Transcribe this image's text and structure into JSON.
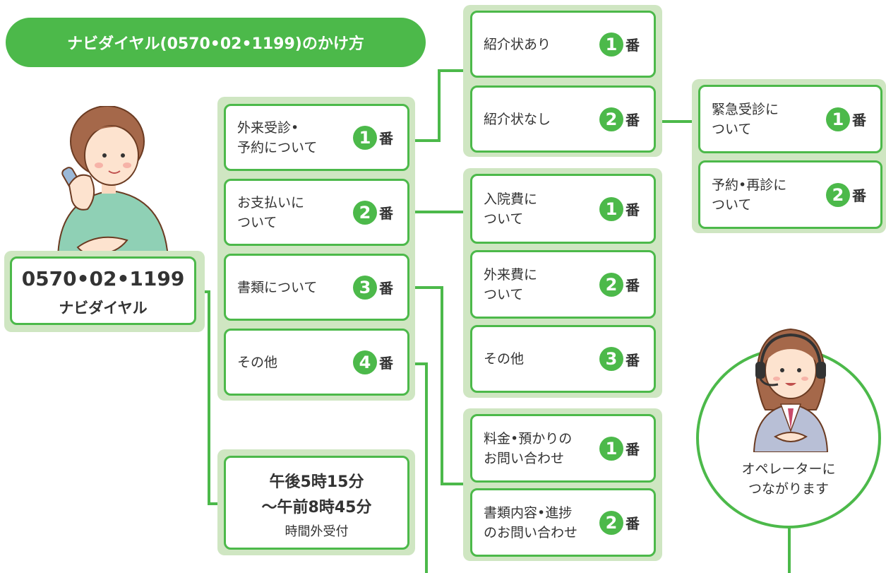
{
  "title": "ナビダイヤル(0570•02•1199)のかけ方",
  "colors": {
    "accent": "#4cb94a",
    "panel": "#cfe6c2"
  },
  "ban": "番",
  "start": {
    "number": "0570•02•1199",
    "name": "ナビダイヤル"
  },
  "main_menu": [
    {
      "label": "外来受診•\n予約について",
      "num": "1"
    },
    {
      "label": "お支払いに\nついて",
      "num": "2"
    },
    {
      "label": "書類について",
      "num": "3"
    },
    {
      "label": "その他",
      "num": "4"
    }
  ],
  "after_hours": {
    "line1": "午後5時15分",
    "line2": "〜午前8時45分",
    "line3": "時間外受付"
  },
  "referral_menu": [
    {
      "label": "紹介状あり",
      "num": "1"
    },
    {
      "label": "紹介状なし",
      "num": "2"
    }
  ],
  "no_referral_menu": [
    {
      "label": "緊急受診に\nついて",
      "num": "1"
    },
    {
      "label": "予約•再診に\nついて",
      "num": "2"
    }
  ],
  "payment_menu": [
    {
      "label": "入院費に\nついて",
      "num": "1"
    },
    {
      "label": "外来費に\nついて",
      "num": "2"
    },
    {
      "label": "その他",
      "num": "3"
    }
  ],
  "document_menu": [
    {
      "label": "料金•預かりの\nお問い合わせ",
      "num": "1"
    },
    {
      "label": "書類内容•進捗\nのお問い合わせ",
      "num": "2"
    }
  ],
  "operator": {
    "text": "オペレーターに\nつながります"
  }
}
